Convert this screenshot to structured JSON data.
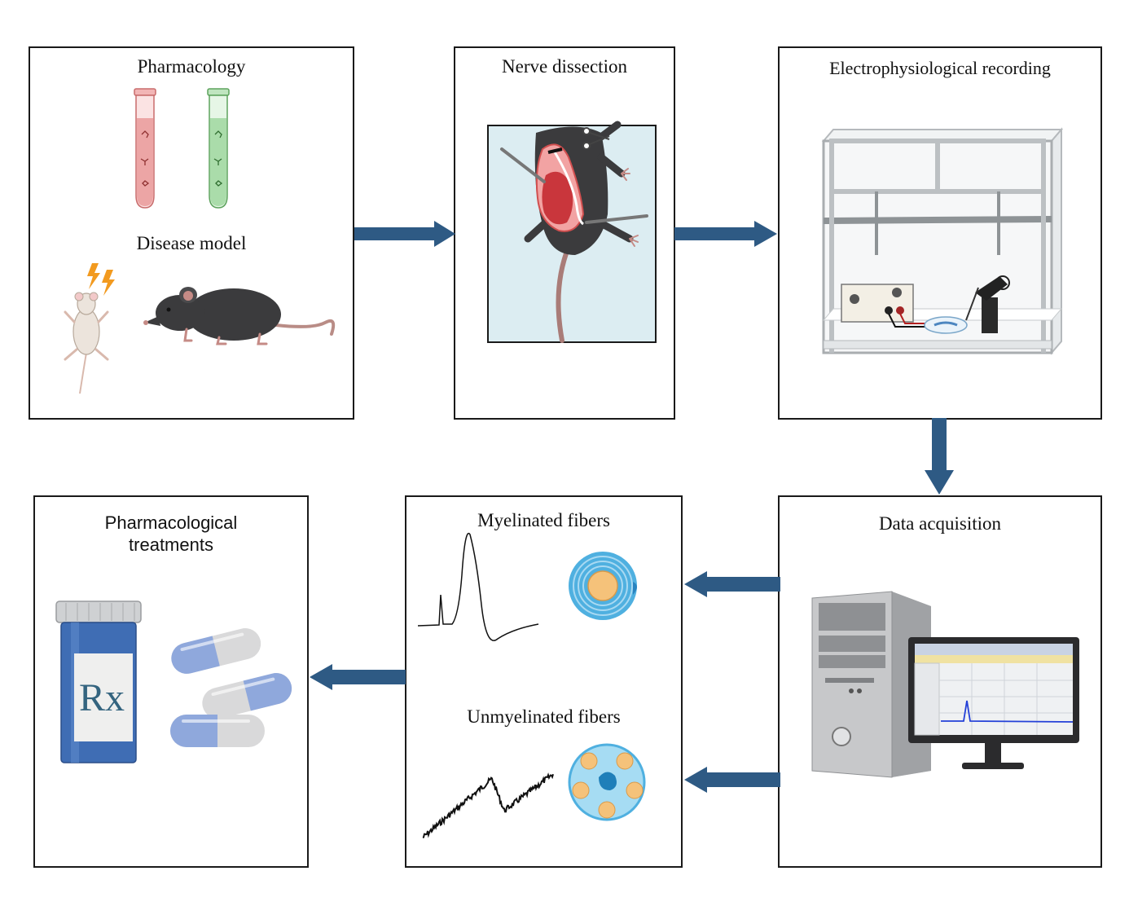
{
  "panels": {
    "pharmacology": {
      "title": "Pharmacology",
      "subtitle": "Disease model"
    },
    "nerve": {
      "title": "Nerve dissection"
    },
    "ephys": {
      "title": "Electrophysiological recording"
    },
    "acquisition": {
      "title": "Data acquisition"
    },
    "fibers": {
      "myelinated": "Myelinated fibers",
      "unmyelinated": "Unmyelinated fibers"
    },
    "treatments": {
      "title_line1": "Pharmacological",
      "title_line2": "treatments",
      "rx": "Rx"
    }
  },
  "colors": {
    "arrow": "#2e5a84",
    "border": "#1a1a1a",
    "tube_red": "#e58c8c",
    "tube_green": "#8fcf8f",
    "mouse_dark": "#3b3b3d",
    "mouse_light": "#ece4dc",
    "myelin": "#5bb7e3",
    "axon": "#f5c27a",
    "bottle": "#3f6db4",
    "capsule": "#8fa8dc"
  },
  "icons": [
    "test-tube-icon",
    "lightning-icon",
    "mouse-icon",
    "scissors-icon",
    "faraday-cage-icon",
    "computer-tower-icon",
    "monitor-icon",
    "pill-bottle-icon",
    "capsule-icon"
  ]
}
